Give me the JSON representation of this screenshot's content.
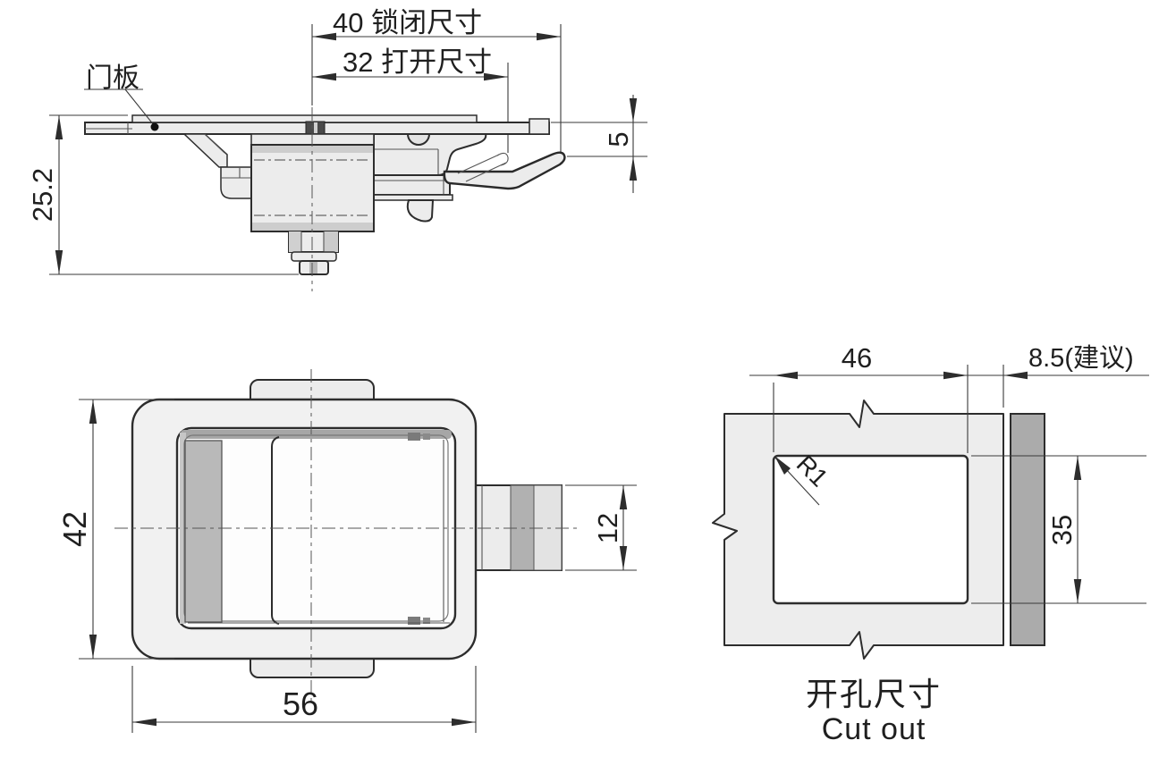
{
  "drawing": {
    "type": "technical-drawing",
    "subject": "paddle-latch",
    "colors": {
      "line": "#2d2d2d",
      "fill_light": "#f1f1f1",
      "fill_mid": "#b5b5b5",
      "fill_dark": "#a9a9a9",
      "background": "#ffffff"
    }
  },
  "side_view": {
    "dim_closed": "40 锁闭尺寸",
    "dim_open": "32 打开尺寸",
    "door_panel_label": "门板",
    "dim_height": "25.2",
    "dim_gap": "5"
  },
  "front_view": {
    "dim_height": "42",
    "dim_width": "56",
    "dim_tongue": "12"
  },
  "cutout_view": {
    "dim_width": "46",
    "dim_edge": "8.5(建议)",
    "dim_radius": "R1",
    "dim_height": "35",
    "caption_cn": "开孔尺寸",
    "caption_en": "Cut out"
  }
}
